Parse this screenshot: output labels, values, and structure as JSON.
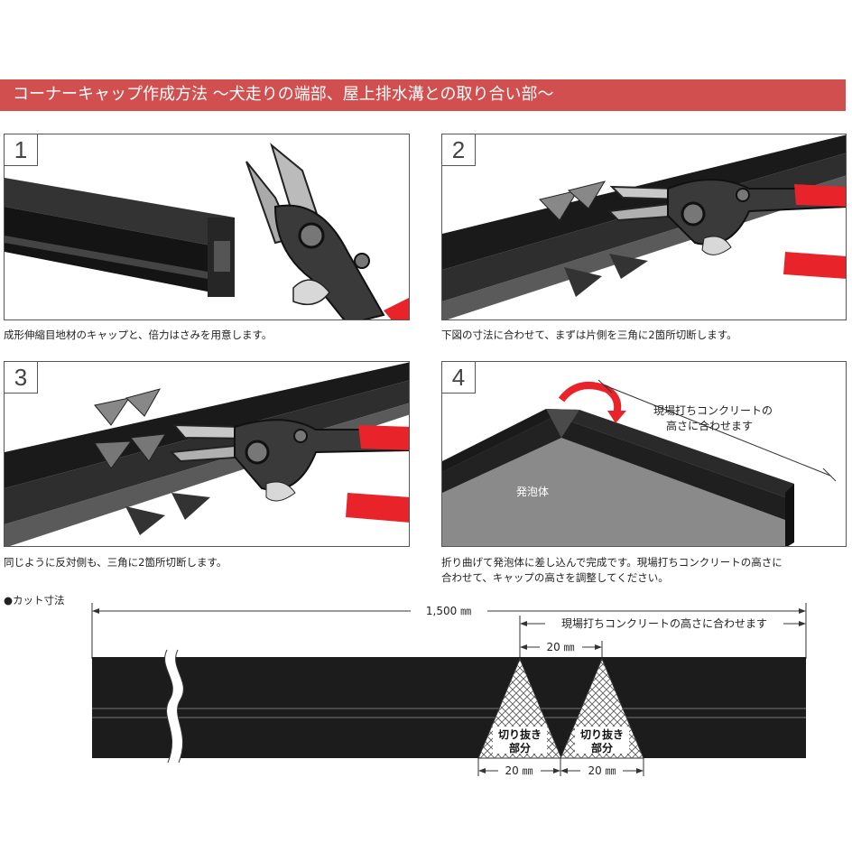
{
  "header": {
    "title": "コーナーキャップ作成方法 ～犬走りの端部、屋上排水溝との取り合い部～"
  },
  "steps": [
    {
      "number": "1",
      "caption": "成形伸縮目地材のキャップと、倍力はさみを用意します。"
    },
    {
      "number": "2",
      "caption": "下図の寸法に合わせて、まずは片側を三角に2箇所切断します。"
    },
    {
      "number": "3",
      "caption": "同じように反対側も、三角に2箇所切断します。"
    },
    {
      "number": "4",
      "caption_line1": "折り曲げて発泡体に差し込んで完成です。現場打ちコンクリートの高さに",
      "caption_line2": "合わせて、キャップの高さを調整してください。",
      "label_height_line1": "現場打ちコンクリートの",
      "label_height_line2": "高さに合わせます",
      "label_foam": "発泡体"
    }
  ],
  "cut_dimensions": {
    "heading": "●カット寸法",
    "total_length": "1,500 ㎜",
    "height_note": "現場打ちコンクリートの高さに合わせます",
    "top_gap": "20 ㎜",
    "bottom_width_1": "20 ㎜",
    "bottom_width_2": "20 ㎜",
    "cut_label_1_line1": "切り抜き",
    "cut_label_1_line2": "部分",
    "cut_label_2_line1": "切り抜き",
    "cut_label_2_line2": "部分"
  },
  "colors": {
    "banner": "#d24f4f",
    "profile": "#1c1c1c",
    "handle": "#e8232a",
    "foam": "#8a8a8a"
  }
}
